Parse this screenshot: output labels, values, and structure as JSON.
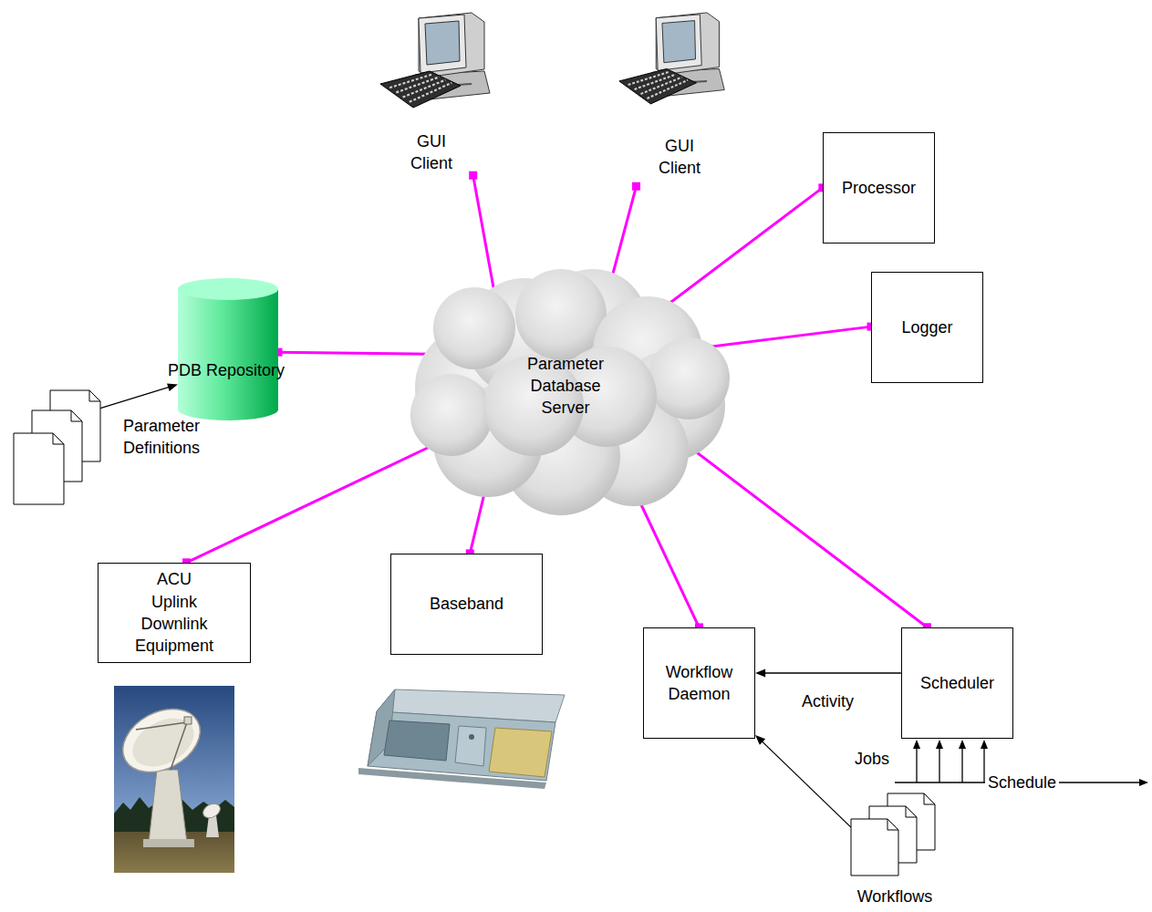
{
  "diagram": {
    "nodes": [
      {
        "text": [
          "GUI Client"
        ]
      },
      {
        "text": [
          "GUI Client"
        ]
      },
      {
        "text": [
          "Processor"
        ]
      },
      {
        "text": [
          "PDB Repository"
        ]
      },
      {
        "text": [
          "Parameter Database Server"
        ]
      },
      {
        "text": [
          "Logger"
        ]
      },
      {
        "text": [
          "Parameter Definitions"
        ]
      },
      {
        "text": [
          "ACU Uplink Downlink Equipment"
        ]
      },
      {
        "text": [
          "Baseband"
        ]
      },
      {
        "text": [
          "Workflow Daemon"
        ]
      },
      {
        "text": [
          "Scheduler"
        ]
      },
      {
        "text": [
          "Workflows"
        ]
      }
    ],
    "edges": [
      {
        "from": 0,
        "to": 4,
        "arrow": "none"
      },
      {
        "from": 1,
        "to": 4,
        "arrow": "none"
      },
      {
        "from": 2,
        "to": 4,
        "arrow": "none"
      },
      {
        "from": 3,
        "to": 4,
        "arrow": "none"
      },
      {
        "from": 5,
        "to": 4,
        "arrow": "none"
      },
      {
        "from": 6,
        "to": 3,
        "arrow": "to"
      },
      {
        "from": 7,
        "to": 4,
        "arrow": "none"
      },
      {
        "from": 8,
        "to": 4,
        "arrow": "none"
      },
      {
        "from": 9,
        "to": 4,
        "arrow": "none"
      },
      {
        "from": 10,
        "to": 4,
        "arrow": "none"
      },
      {
        "from": 10,
        "to": 9,
        "label": "Activity",
        "arrow": "to"
      },
      {
        "from": 11,
        "to": 9,
        "arrow": "to"
      }
    ],
    "labels": [
      "Jobs",
      "Schedule"
    ]
  }
}
